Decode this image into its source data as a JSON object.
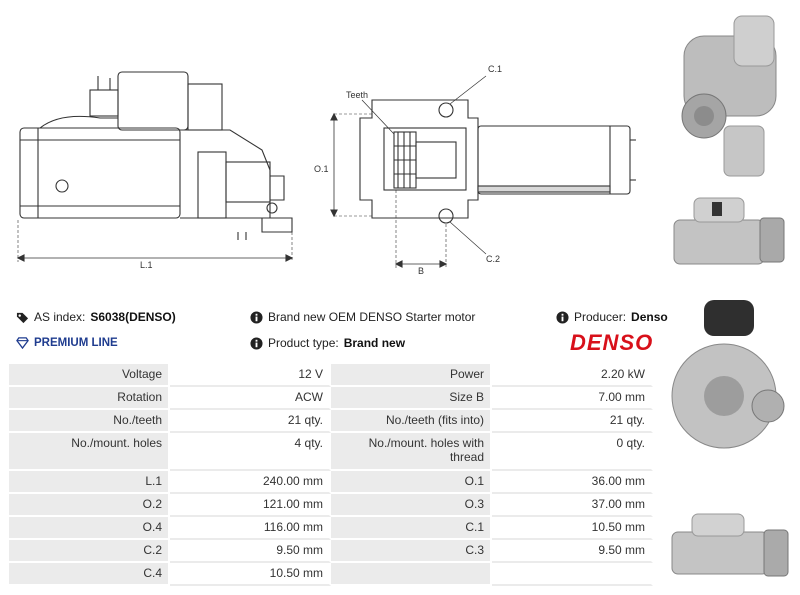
{
  "drawing": {
    "labels": {
      "teeth": "Teeth",
      "c1": "C.1",
      "c2": "C.2",
      "o1": "O.1",
      "b": "B",
      "l1": "L.1"
    }
  },
  "info": {
    "as_index_label": "AS index:",
    "as_index_value": "S6038(DENSO)",
    "premium_line": "PREMIUM LINE",
    "description": "Brand new OEM DENSO Starter motor",
    "product_type_label": "Product type:",
    "product_type_value": "Brand new",
    "producer_label": "Producer:",
    "producer_value": "Denso",
    "brand_logo": "DENSO",
    "colors": {
      "brand_red": "#d8101a",
      "premium_blue": "#1f3c8f"
    },
    "icons": [
      "tags-icon",
      "diamond-icon",
      "info-icon"
    ]
  },
  "specs": [
    {
      "l1": "Voltage",
      "v1": "12 V",
      "l2": "Power",
      "v2": "2.20 kW"
    },
    {
      "l1": "Rotation",
      "v1": "ACW",
      "l2": "Size B",
      "v2": "7.00 mm"
    },
    {
      "l1": "No./teeth",
      "v1": "21 qty.",
      "l2": "No./teeth (fits into)",
      "v2": "21 qty."
    },
    {
      "l1": "No./mount. holes",
      "v1": "4 qty.",
      "l2": "No./mount. holes with thread",
      "v2": "0 qty."
    },
    {
      "l1": "L.1",
      "v1": "240.00 mm",
      "l2": "O.1",
      "v2": "36.00 mm"
    },
    {
      "l1": "O.2",
      "v1": "121.00 mm",
      "l2": "O.3",
      "v2": "37.00 mm"
    },
    {
      "l1": "O.4",
      "v1": "116.00 mm",
      "l2": "C.1",
      "v2": "10.50 mm"
    },
    {
      "l1": "C.2",
      "v1": "9.50 mm",
      "l2": "C.3",
      "v2": "9.50 mm"
    },
    {
      "l1": "C.4",
      "v1": "10.50 mm",
      "l2": "",
      "v2": ""
    }
  ]
}
